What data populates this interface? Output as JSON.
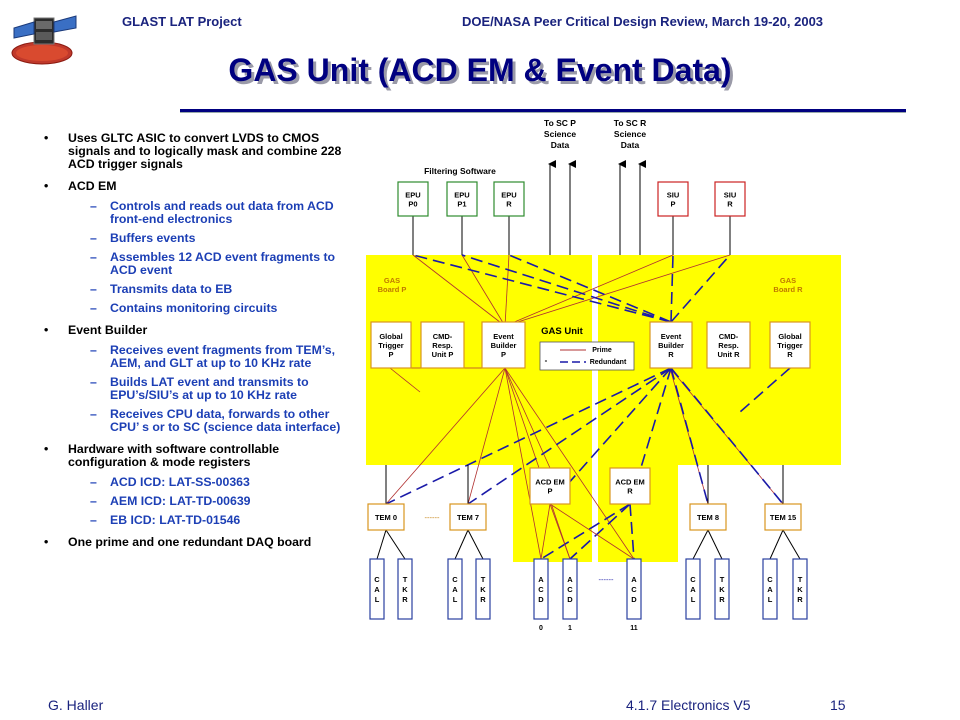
{
  "header": {
    "left": "GLAST LAT Project",
    "right": "DOE/NASA Peer Critical Design Review, March 19-20, 2003"
  },
  "title": "GAS Unit (ACD EM & Event Data)",
  "bullets": [
    {
      "text": "Uses GLTC ASIC to convert LVDS to CMOS signals and to logically mask and combine 228 ACD trigger signals",
      "sub": []
    },
    {
      "text": "ACD EM",
      "sub": [
        "Controls and reads out data from ACD front-end electronics",
        "Buffers events",
        "Assembles 12 ACD event fragments to ACD event",
        "Transmits data to EB",
        "Contains monitoring circuits"
      ]
    },
    {
      "text": "Event Builder",
      "sub": [
        "Receives event fragments from TEM’s, AEM, and GLT at up to 10 KHz rate",
        "Builds LAT event and transmits to EPU’s/SIU’s at up to 10 KHz rate",
        "Receives CPU data, forwards to other CPU’ s or to SC (science data interface)"
      ]
    },
    {
      "text": "Hardware with software controllable configuration & mode registers",
      "sub": [
        "ACD ICD: LAT-SS-00363",
        "AEM ICD: LAT-TD-00639",
        "EB ICD: LAT-TD-01546"
      ]
    },
    {
      "text": "One prime and one redundant DAQ board",
      "sub": []
    }
  ],
  "diagram": {
    "sc_p": [
      "To SC P",
      "Science",
      "Data"
    ],
    "sc_r": [
      "To SC R",
      "Science",
      "Data"
    ],
    "filtering_software": "Filtering Software",
    "epu": [
      [
        "EPU",
        "P0"
      ],
      [
        "EPU",
        "P1"
      ],
      [
        "EPU",
        "R"
      ]
    ],
    "siu": [
      [
        "SIU",
        "P"
      ],
      [
        "SIU",
        "R"
      ]
    ],
    "board_p": [
      "GAS",
      "Board P"
    ],
    "board_r": [
      "GAS",
      "Board R"
    ],
    "gas_unit": "GAS Unit",
    "legend": {
      "prime": "Prime",
      "redundant": "Redundant",
      "mark": "-"
    },
    "p_blocks": [
      [
        "Global",
        "Trigger",
        "P"
      ],
      [
        "CMD-",
        "Resp.",
        "Unit P"
      ],
      [
        "Event",
        "Builder",
        "P"
      ]
    ],
    "r_blocks": [
      [
        "Event",
        "Builder",
        "R"
      ],
      [
        "CMD-",
        "Resp.",
        "Unit R"
      ],
      [
        "Global",
        "Trigger",
        "R"
      ]
    ],
    "acd_em": [
      [
        "ACD EM",
        "P"
      ],
      [
        "ACD EM",
        "R"
      ]
    ],
    "tems": [
      "TEM 0",
      "TEM 7",
      "TEM 8",
      "TEM 15"
    ],
    "ellipsis": "------",
    "cal": [
      "C",
      "A",
      "L"
    ],
    "tkr": [
      "T",
      "K",
      "R"
    ],
    "acd": [
      "A",
      "C",
      "D"
    ],
    "acd_nums": [
      "0",
      "1",
      "11"
    ]
  },
  "colors": {
    "title": "#000080",
    "sub_bullet": "#1c3fb5",
    "board": "#ffff00",
    "epu_border": "#2e8b2e",
    "siu_border": "#cc2222",
    "block_border": "#d8951e",
    "tem_border": "#d8951e",
    "link_red": "#b03030",
    "link_blue": "#1a1aa8"
  },
  "footer": {
    "left": "G. Haller",
    "right": "4.1.7 Electronics  V5",
    "page": "15"
  }
}
